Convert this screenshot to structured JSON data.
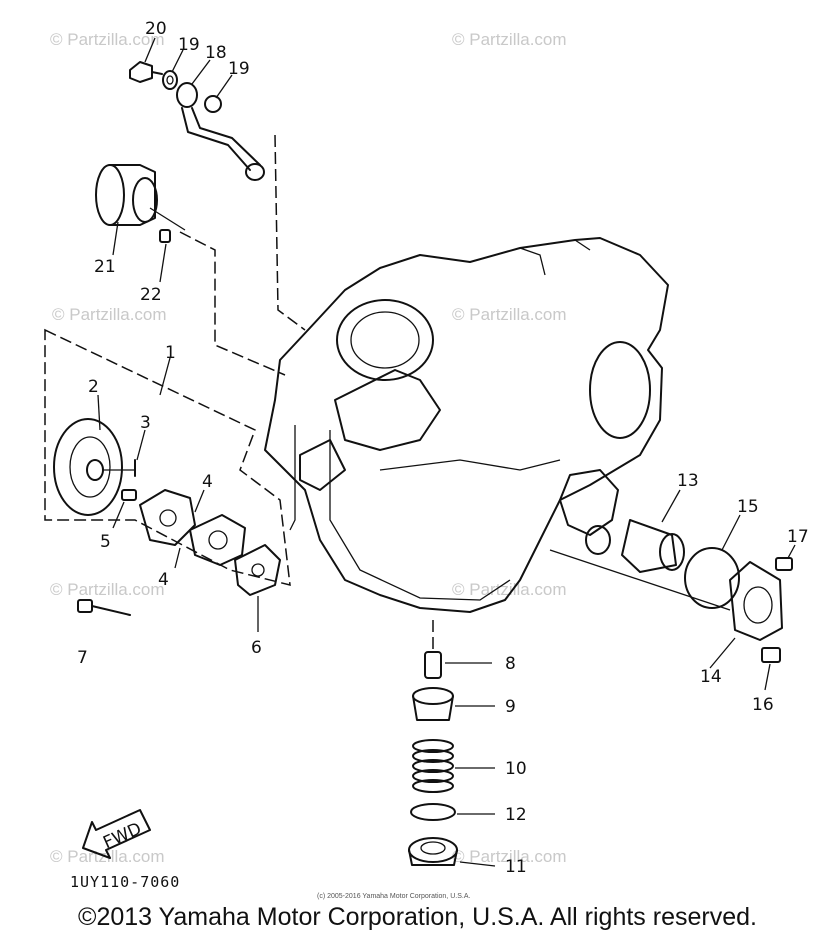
{
  "watermark": "© Partzilla.com",
  "diagram_code": "1UY110-7060",
  "fwd_label": "FWD",
  "small_copyright": "(c) 2005-2016 Yamaha Motor Corporation, U.S.A.",
  "footer": "©2013 Yamaha Motor Corporation, U.S.A. All rights reserved.",
  "callouts": [
    "1",
    "2",
    "3",
    "4",
    "4",
    "5",
    "6",
    "7",
    "8",
    "9",
    "10",
    "11",
    "12",
    "13",
    "14",
    "15",
    "16",
    "17",
    "18",
    "19",
    "19",
    "20",
    "21",
    "22"
  ]
}
